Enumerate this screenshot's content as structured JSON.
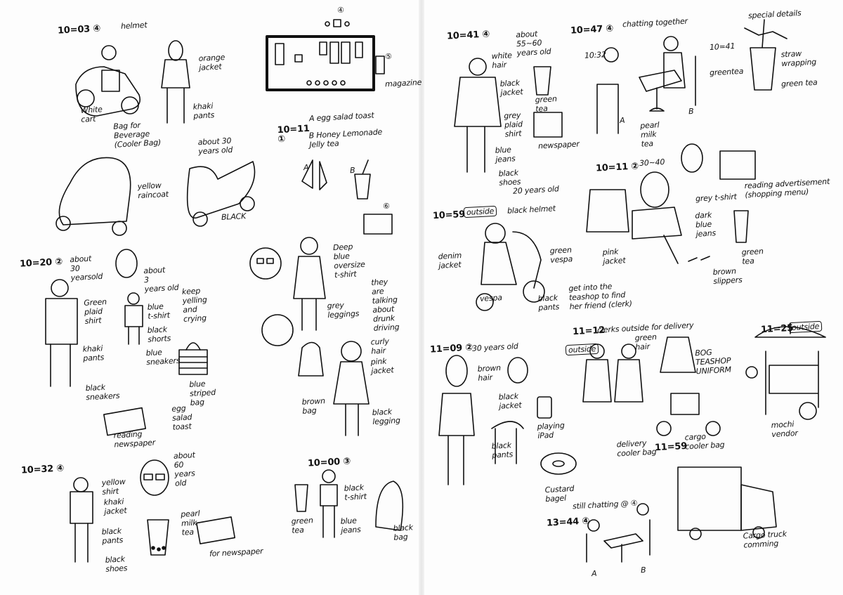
{
  "left_page": {
    "notes": [
      "10=03 ④",
      "helmet",
      "White\ncart",
      "Bag for\nBeverage\n(Cooler Bag)",
      "orange\njacket",
      "khaki\npants",
      "about 30\nyears old",
      "yellow\nraincoat",
      "BLACK",
      "④",
      "⑤",
      "magazine",
      "10=11\n①",
      "A  egg salad toast",
      "B  Honey Lemonade\n    Jelly tea",
      "A",
      "B",
      "⑥",
      "10=20 ②",
      "about\n30\nyearsold",
      "about\n3\nyears old",
      "Green\nplaid\nshirt",
      "blue\nt-shirt",
      "keep\nyelling\nand\ncrying",
      "black\nshorts",
      "blue\nsneakers",
      "khaki\npants",
      "black\nsneakers",
      "blue\nstriped\nbag",
      "egg\nsalad\ntoast",
      "reading\nnewspaper",
      "Deep\nblue\noversize\nt-shirt",
      "they\nare\ntalking\nabout\ndrunk\ndriving",
      "grey\nleggings",
      "curly\nhair",
      "pink\njacket",
      "brown\nbag",
      "black\nlegging",
      "10=32 ④",
      "yellow\nshirt",
      "khaki\njacket",
      "black\npants",
      "black\nshoes",
      "about\n60\nyears\nold",
      "pearl\nmilk\ntea",
      "for newspaper",
      "10=00 ③",
      "black\nt-shirt",
      "green\ntea",
      "blue\njeans",
      "black\nbag"
    ]
  },
  "right_page": {
    "notes": [
      "10=41 ④",
      "about\n55~60\nyears old",
      "white\nhair",
      "black\njacket",
      "green\ntea",
      "grey\nplaid\nshirt",
      "newspaper",
      "blue\njeans",
      "black\nshoes",
      "10=47 ④",
      "chatting together",
      "10:32",
      "10=41",
      "greentea",
      "A",
      "B",
      "pearl\nmilk\ntea",
      "special details",
      "straw\nwrapping",
      "green tea",
      "10=11 ②",
      "30~40",
      "reading advertisement\n(shopping menu)",
      "grey t-shirt",
      "dark\nblue\njeans",
      "pink\njacket",
      "brown\nslippers",
      "green\ntea",
      "10=59",
      "outside",
      "20 years old",
      "black helmet",
      "denim\njacket",
      "green\nvespa",
      "vespa",
      "black\npants",
      "get into the\nteashop to find\nher friend (clerk)",
      "11=09 ②",
      "30 years old",
      "brown\nhair",
      "black\njacket",
      "playing\niPad",
      "black\npants",
      "Custard\nbagel",
      "11=12",
      "clerks outside for delivery",
      "outside",
      "green\nhair",
      "BOG\nTEASHOP\nUNIFORM",
      "delivery\ncooler bag",
      "cargo\ncooler bag",
      "11=25",
      "outside",
      "mochi\nvendor",
      "11=59",
      "Cargo truck\ncomming",
      "13=44 ④",
      "still chatting @ ④",
      "A",
      "B"
    ]
  }
}
